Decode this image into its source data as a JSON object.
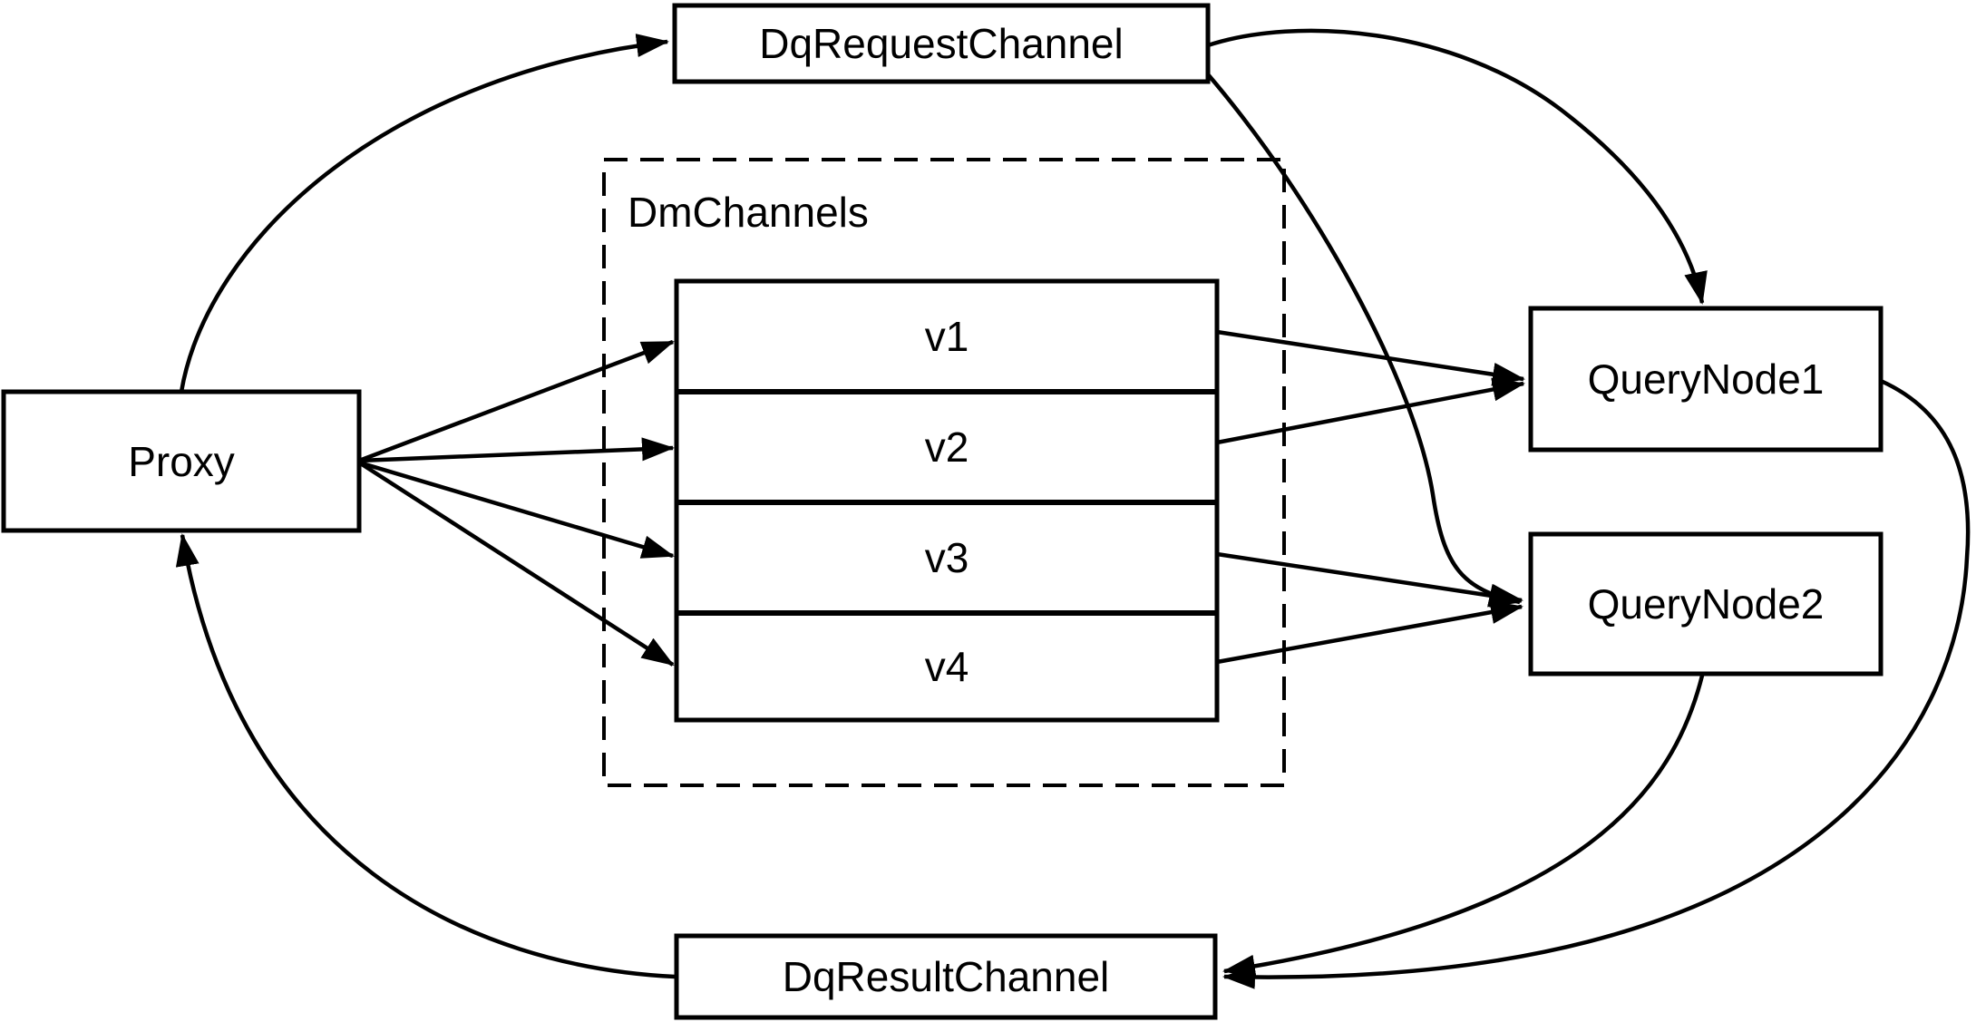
{
  "diagram": {
    "background_color": "#ffffff",
    "stroke_color": "#000000",
    "nodes": {
      "proxy": {
        "label": "Proxy"
      },
      "dq_request_channel": {
        "label": "DqRequestChannel"
      },
      "dm_channels_group": {
        "label": "DmChannels"
      },
      "channels": [
        "v1",
        "v2",
        "v3",
        "v4"
      ],
      "query_node_1": {
        "label": "QueryNode1"
      },
      "query_node_2": {
        "label": "QueryNode2"
      },
      "dq_result_channel": {
        "label": "DqResultChannel"
      }
    },
    "edges": [
      {
        "from": "Proxy",
        "to": "DqRequestChannel",
        "arrow": "end"
      },
      {
        "from": "DqRequestChannel",
        "to": "QueryNode1",
        "arrow": "end"
      },
      {
        "from": "DqRequestChannel",
        "to": "QueryNode2",
        "arrow": "end"
      },
      {
        "from": "Proxy",
        "to": "v1",
        "arrow": "end"
      },
      {
        "from": "Proxy",
        "to": "v2",
        "arrow": "end"
      },
      {
        "from": "Proxy",
        "to": "v3",
        "arrow": "end"
      },
      {
        "from": "Proxy",
        "to": "v4",
        "arrow": "end"
      },
      {
        "from": "v1",
        "to": "QueryNode1",
        "arrow": "end"
      },
      {
        "from": "v2",
        "to": "QueryNode1",
        "arrow": "end"
      },
      {
        "from": "v3",
        "to": "QueryNode2",
        "arrow": "end"
      },
      {
        "from": "v4",
        "to": "QueryNode2",
        "arrow": "end"
      },
      {
        "from": "QueryNode1",
        "to": "DqResultChannel",
        "arrow": "end"
      },
      {
        "from": "QueryNode2",
        "to": "DqResultChannel",
        "arrow": "end"
      },
      {
        "from": "DqResultChannel",
        "to": "Proxy",
        "arrow": "end"
      }
    ]
  }
}
